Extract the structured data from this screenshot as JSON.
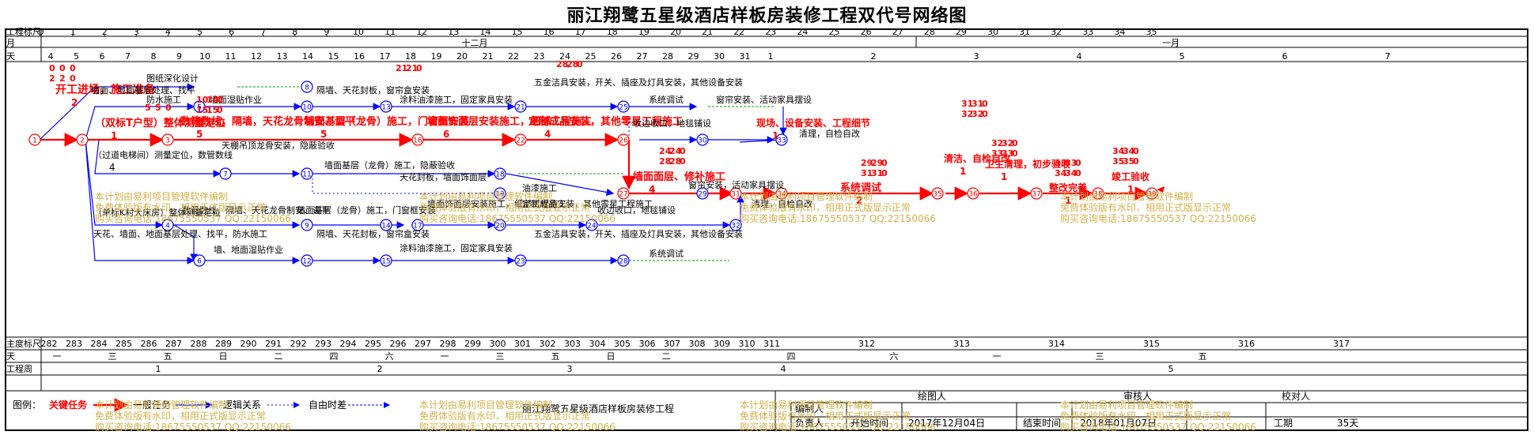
{
  "title": "丽江翔鹭五星级酒店样板房装修工程双代号网络图",
  "scale": {
    "row_labels": [
      "工程标尺",
      "月",
      "天"
    ],
    "bottom_row_labels": [
      "主度标尺",
      "天",
      "工程周"
    ],
    "project_marks": [
      "0",
      "1",
      "2",
      "3",
      "4",
      "5",
      "6",
      "7",
      "8",
      "9",
      "10",
      "11",
      "12",
      "13",
      "14",
      "15",
      "16",
      "17",
      "18",
      "19",
      "20",
      "21",
      "22",
      "23",
      "24",
      "25",
      "26",
      "27",
      "28",
      "29",
      "30",
      "31",
      "32",
      "33",
      "34",
      "35"
    ],
    "months": [
      "十二月",
      "一月"
    ],
    "days_top": [
      "4",
      "5",
      "6",
      "7",
      "8",
      "9",
      "10",
      "11",
      "12",
      "13",
      "14",
      "15",
      "16",
      "17",
      "18",
      "19",
      "20",
      "21",
      "22",
      "23",
      "24",
      "25",
      "26",
      "27",
      "28",
      "29",
      "30",
      "31",
      "1",
      "2",
      "3",
      "4",
      "5",
      "6",
      "7"
    ],
    "ordinal_days": [
      "282",
      "283",
      "284",
      "285",
      "286",
      "287",
      "288",
      "289",
      "290",
      "291",
      "292",
      "293",
      "294",
      "295",
      "296",
      "297",
      "298",
      "299",
      "300",
      "301",
      "302",
      "303",
      "304",
      "305",
      "306",
      "307",
      "308",
      "309",
      "310",
      "311",
      "312",
      "313",
      "314",
      "315",
      "316",
      "317"
    ],
    "weekdays": [
      "一",
      "三",
      "五",
      "日",
      "二",
      "四",
      "六",
      "一",
      "三",
      "五",
      "日",
      "二",
      "四",
      "六",
      "一",
      "三",
      "五"
    ],
    "weeks": [
      "1",
      "2",
      "3",
      "4",
      "5"
    ]
  },
  "network": {
    "nodes": [
      "1",
      "2",
      "3",
      "4",
      "5",
      "6",
      "7",
      "8",
      "9",
      "10",
      "11",
      "12",
      "13",
      "14",
      "15",
      "16",
      "17",
      "18",
      "19",
      "20",
      "21",
      "22",
      "23",
      "24",
      "25",
      "26",
      "27",
      "28",
      "29",
      "30",
      "31",
      "32",
      "33",
      "34",
      "35",
      "36",
      "37",
      "38",
      "39"
    ],
    "tasks": [
      {
        "id": "t1",
        "text": "开工进场，施工准备",
        "duration": "2",
        "type": "critical"
      },
      {
        "id": "t2",
        "text": "（双标T户型）整体测量定位",
        "duration": "1",
        "type": "critical"
      },
      {
        "id": "t3",
        "text": "数管数线，隔墙，天花龙骨制安、调平",
        "duration": "5",
        "type": "critical"
      },
      {
        "id": "t4",
        "text": "墙面基层（龙骨）施工，门窗框安装",
        "duration": "5",
        "type": "critical"
      },
      {
        "id": "t5",
        "text": "墙面饰面层安装施工，细部工程施工",
        "duration": "6",
        "type": "critical"
      },
      {
        "id": "t6",
        "text": "定制成品安装，其他零星工程施工",
        "duration": "4",
        "type": "critical"
      },
      {
        "id": "t7",
        "text": "墙面面层、修补施工",
        "duration": "4",
        "type": "critical"
      },
      {
        "id": "t8",
        "text": "现场、设备安装、工程细节",
        "duration": "1",
        "type": "critical"
      },
      {
        "id": "t9",
        "text": "系统调试",
        "duration": "2",
        "type": "critical"
      },
      {
        "id": "t10",
        "text": "清洁、自检自改",
        "duration": "1",
        "type": "critical"
      },
      {
        "id": "t11",
        "text": "卫生清理，初步验收",
        "duration": "1",
        "type": "critical"
      },
      {
        "id": "t12",
        "text": "整改完善",
        "duration": "1",
        "type": "critical"
      },
      {
        "id": "t13",
        "text": "竣工验收",
        "duration": "1",
        "type": "critical"
      },
      {
        "id": "n1",
        "text": "图纸深化设计",
        "duration": "",
        "type": "normal"
      },
      {
        "id": "n2",
        "text": "墙面、地面基层处理、找平",
        "duration": "",
        "type": "normal"
      },
      {
        "id": "n3",
        "text": "防水施工",
        "duration": "",
        "type": "normal"
      },
      {
        "id": "n4",
        "text": "墙面湿贴作业",
        "duration": "",
        "type": "normal"
      },
      {
        "id": "n5",
        "text": "隔墙、天花封板，窗帘盒安装",
        "duration": "",
        "type": "normal"
      },
      {
        "id": "n6",
        "text": "涂料油漆施工，固定家具安装",
        "duration": "",
        "type": "normal"
      },
      {
        "id": "n7",
        "text": "五金洁具安装，开关、插座及灯具安装，其他设备安装",
        "duration": "",
        "type": "normal"
      },
      {
        "id": "n8",
        "text": "系统调试",
        "duration": "",
        "type": "normal"
      },
      {
        "id": "n9",
        "text": "收边收口，地毯铺设",
        "duration": "",
        "type": "normal"
      },
      {
        "id": "n10",
        "text": "窗帘安装、活动家具摆设",
        "duration": "",
        "type": "normal"
      },
      {
        "id": "n11",
        "text": "清理，自检自改",
        "duration": "",
        "type": "normal"
      },
      {
        "id": "n12",
        "text": "天棚吊顶龙骨安装，隐蔽验收",
        "duration": "",
        "type": "normal"
      },
      {
        "id": "n13",
        "text": "（过道电梯间）测量定位，数管数线",
        "duration": "4",
        "type": "normal"
      },
      {
        "id": "n14",
        "text": "墙面基层（龙骨）施工，隐蔽验收",
        "duration": "",
        "type": "normal"
      },
      {
        "id": "n15",
        "text": "天花封板，墙面饰面层",
        "duration": "",
        "type": "normal"
      },
      {
        "id": "n16",
        "text": "油漆施工",
        "duration": "",
        "type": "normal"
      },
      {
        "id": "n17",
        "text": "（单标K村大床房）整体测量定位",
        "duration": "",
        "type": "normal"
      },
      {
        "id": "n18",
        "text": "数管数线，隔墙、天花龙骨制安、调平",
        "duration": "",
        "type": "normal"
      },
      {
        "id": "n19",
        "text": "墙面基层（龙骨）施工，门窗框安装",
        "duration": "",
        "type": "normal"
      },
      {
        "id": "n20",
        "text": "墙面饰面层安装施工，细部工程施工",
        "duration": "",
        "type": "normal"
      },
      {
        "id": "n21",
        "text": "定制成品安装，其他零星工程施工",
        "duration": "",
        "type": "normal"
      },
      {
        "id": "n22",
        "text": "收边收口，地毯铺设",
        "duration": "",
        "type": "normal"
      },
      {
        "id": "n23",
        "text": "窗帘安装，活动家具摆设",
        "duration": "",
        "type": "normal"
      },
      {
        "id": "n24",
        "text": "清理，自检自改",
        "duration": "",
        "type": "normal"
      },
      {
        "id": "n25",
        "text": "天花、墙面、地面基层处理、找平，防水施工",
        "duration": "",
        "type": "normal"
      },
      {
        "id": "n26",
        "text": "墙、地面湿贴作业",
        "duration": "",
        "type": "normal"
      },
      {
        "id": "n27",
        "text": "隔墙、天花封板，窗帘盒安装",
        "duration": "",
        "type": "normal"
      },
      {
        "id": "n28",
        "text": "涂料油漆施工，固定家具安装",
        "duration": "",
        "type": "normal"
      },
      {
        "id": "n29",
        "text": "五金洁具安装，开关、插座及灯具安装，其他设备安装",
        "duration": "",
        "type": "normal"
      },
      {
        "id": "n30",
        "text": "系统调试",
        "duration": "",
        "type": "normal"
      }
    ],
    "time_params": [
      {
        "id": "tp1",
        "lines": [
          "0",
          "0",
          "0",
          "2",
          "2",
          "0"
        ]
      },
      {
        "id": "tp2",
        "lines": [
          "5",
          "5",
          "0"
        ]
      },
      {
        "id": "tp3",
        "lines": [
          "10",
          "10",
          "0",
          "15",
          "15",
          "0"
        ]
      },
      {
        "id": "tp4",
        "lines": [
          "21",
          "21",
          "0"
        ]
      },
      {
        "id": "tp5",
        "lines": [
          "28",
          "28",
          "0"
        ]
      },
      {
        "id": "tp6",
        "lines": [
          "29",
          "29",
          "0",
          "31",
          "31",
          "0"
        ]
      },
      {
        "id": "tp7",
        "lines": [
          "31",
          "31",
          "0",
          "32",
          "32",
          "0"
        ]
      },
      {
        "id": "tp8",
        "lines": [
          "32",
          "32",
          "0",
          "33",
          "33",
          "0"
        ]
      },
      {
        "id": "tp9",
        "lines": [
          "33",
          "33",
          "0",
          "34",
          "34",
          "0"
        ]
      },
      {
        "id": "tp10",
        "lines": [
          "34",
          "34",
          "0",
          "35",
          "35",
          "0"
        ]
      },
      {
        "id": "tp11",
        "lines": [
          "24",
          "24",
          "0",
          "28",
          "28",
          "0"
        ]
      }
    ]
  },
  "legend": {
    "label": "图例：",
    "critical": "关键任务",
    "normal": "一般任务",
    "logic": "逻辑关系",
    "float": "自由时差"
  },
  "footer": {
    "project_name": "丽江翔鹭五星级酒店样板房装修工程",
    "drawn_by_label": "编制人",
    "responsible_label": "负责人",
    "plotter_label": "绘图人",
    "start_label": "开始时间",
    "start_value": "2017年12月04日",
    "reviewer_label": "审核人",
    "end_label": "结束时间",
    "end_value": "2018年01月07日",
    "proofreader_label": "校对人",
    "duration_label": "工期",
    "duration_value": "35天"
  },
  "watermark": {
    "line1": "本计划由易利项目管理软件编制",
    "line2": "免费体验版有水印，相用正式版显示正常",
    "line3": "购买咨询电话:18675550537 QQ:22150066"
  },
  "colors": {
    "critical": "#ff0000",
    "normal": "#0000ff",
    "float": "#00a000",
    "watermark": "#d4b24a"
  }
}
